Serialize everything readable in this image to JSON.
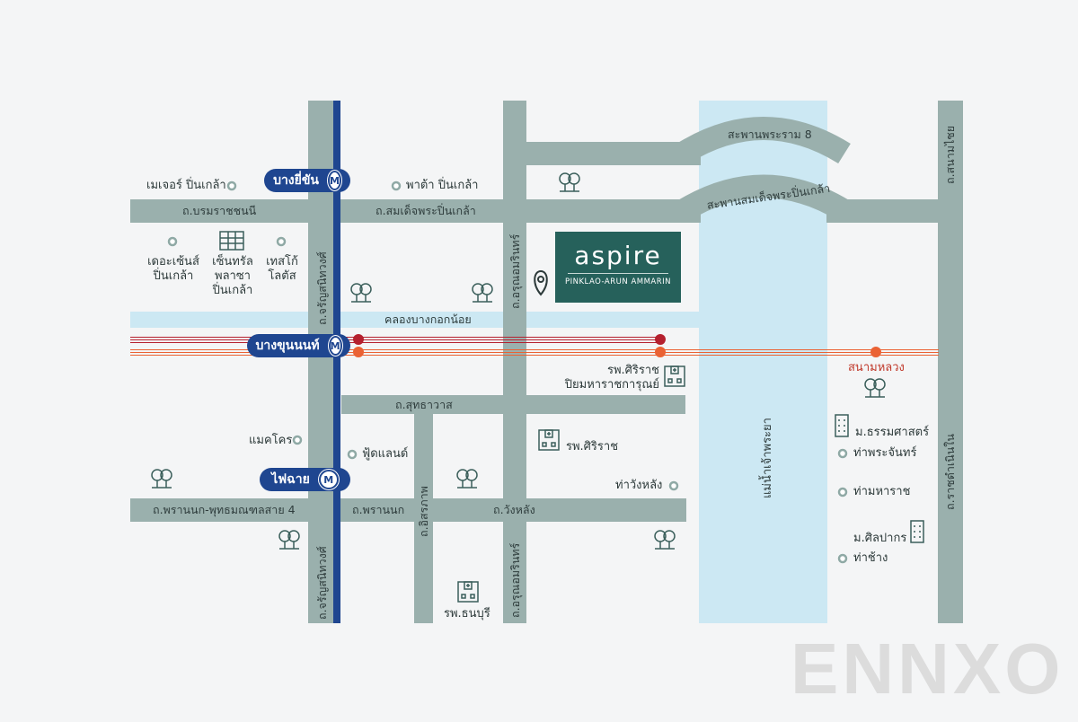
{
  "colors": {
    "road": "#9ab0ad",
    "river": "#cce8f3",
    "mrt_blue": "#1f4690",
    "line_red": "#b5202e",
    "line_orange": "#ea6234",
    "brand": "#26615b",
    "dot": "#8fa9a5",
    "icon": "#3b5f5b"
  },
  "logo": {
    "word": "aspire",
    "sub": "PINKLAO-ARUN AMMARIN"
  },
  "stations": {
    "bang_yi_khan": "บางยี่ขัน",
    "bang_khun_non": "บางขุนนนท์",
    "fai_chai": "ไฟฉาย",
    "badge": "M"
  },
  "roads": {
    "borommaratchachonnani": "ถ.บรมราชชนนี",
    "somdet_phra_pinklao": "ถ.สมเด็จพระปิ่นเกล้า",
    "charan_sanitwong": "ถ.จรัญสนิทวงศ์",
    "arun_ammarin": "ถ.อรุณอมรินทร์",
    "sutthawat": "ถ.สุทธาวาส",
    "phran_nok": "ถ.พรานนก",
    "phran_nok_phutthamonthon": "ถ.พรานนก-พุทธมณฑลสาย 4",
    "wang_lang": "ถ.วังหลัง",
    "itsaraphap": "ถ.อิสรภาพ",
    "sanam_chai": "ถ.สนามไชย",
    "ratchadamnoen_nai": "ถ.ราชดำเนินใน",
    "rama8_bridge": "สะพานพระราม 8",
    "pinklao_bridge": "สะพานสมเด็จพระปิ่นเกล้า",
    "khlong_bangkok_noi": "คลองบางกอกน้อย",
    "chao_phraya": "แม่น้ำเจ้าพระยา"
  },
  "places": {
    "major_pinklao": "เมเจอร์ ปิ่นเกล้า",
    "pata_pinklao": "พาต้า ปิ่นเกล้า",
    "the_sense_1": "เดอะเซ้นส์",
    "the_sense_2": "ปิ่นเกล้า",
    "central_1": "เซ็นทรัล",
    "central_2": "พลาซา",
    "central_3": "ปิ่นเกล้า",
    "lotus_1": "เทสโก้",
    "lotus_2": "โลตัส",
    "siriraj_piyamaharajkarun_1": "รพ.ศิริราช",
    "siriraj_piyamaharajkarun_2": "ปิยมหาราชการุณย์",
    "sanam_luang": "สนามหลวง",
    "makro": "แมคโคร",
    "foodland": "ฟู้ดแลนด์",
    "siriraj_hospital": "รพ.ศิริราช",
    "tha_wang_lang": "ท่าวังหลัง",
    "thammasat": "ม.ธรรมศาสตร์",
    "tha_phra_chan": "ท่าพระจันทร์",
    "tha_maharaj": "ท่ามหาราช",
    "silpakorn": "ม.ศิลปากร",
    "tha_chang": "ท่าช้าง",
    "thonburi_hospital": "รพ.ธนบุรี"
  },
  "watermark": "ENNXO"
}
